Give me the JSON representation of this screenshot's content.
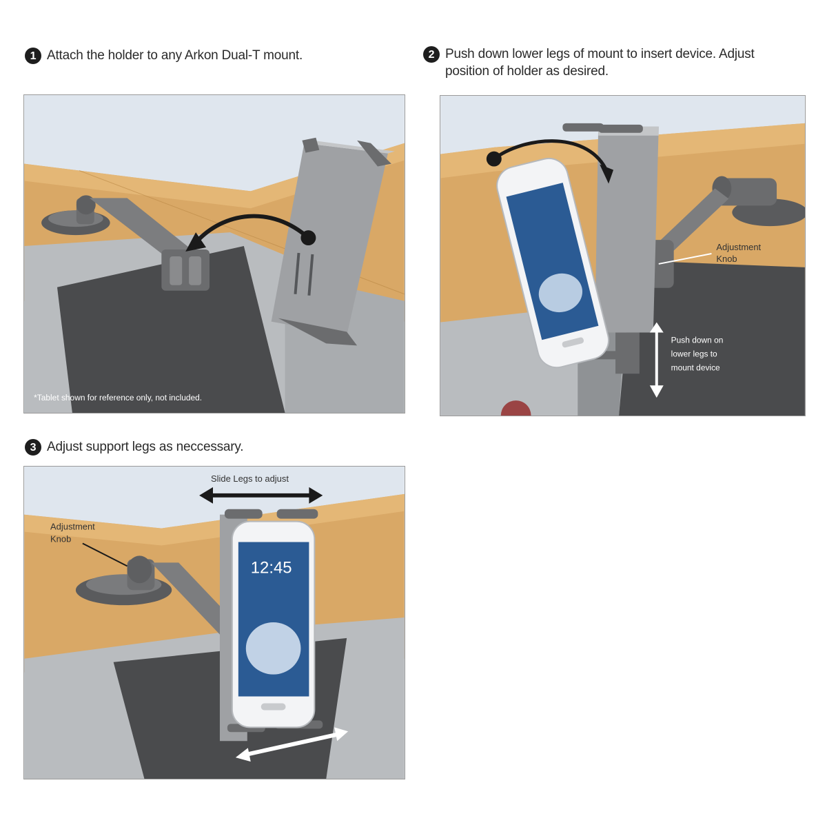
{
  "steps": [
    {
      "number": "1",
      "lines": [
        "Attach the holder to any Arkon Dual-T mount."
      ]
    },
    {
      "number": "2",
      "lines": [
        "Push down lower legs of mount to insert device. Adjust",
        "position of holder as desired."
      ]
    },
    {
      "number": "3",
      "lines": [
        "Adjust support legs as neccessary."
      ]
    }
  ],
  "panel1": {
    "footnote": "*Tablet shown for reference only, not included."
  },
  "panel2": {
    "knob_label": [
      "Adjustment",
      "Knob"
    ],
    "push_label": [
      "Push down on",
      "lower legs to",
      "mount device"
    ]
  },
  "panel3": {
    "slide_label": "Slide Legs to adjust",
    "knob_label": [
      "Adjustment",
      "Knob"
    ],
    "phone_time": "12:45"
  },
  "colors": {
    "sky": "#dfe6ee",
    "dash": "#d9a866",
    "dash_shade": "#c28f4c",
    "grey": "#b9bcbf",
    "dark": "#4a4b4d",
    "mount": "#6b6c6e",
    "holder": "#9fa1a4"
  }
}
